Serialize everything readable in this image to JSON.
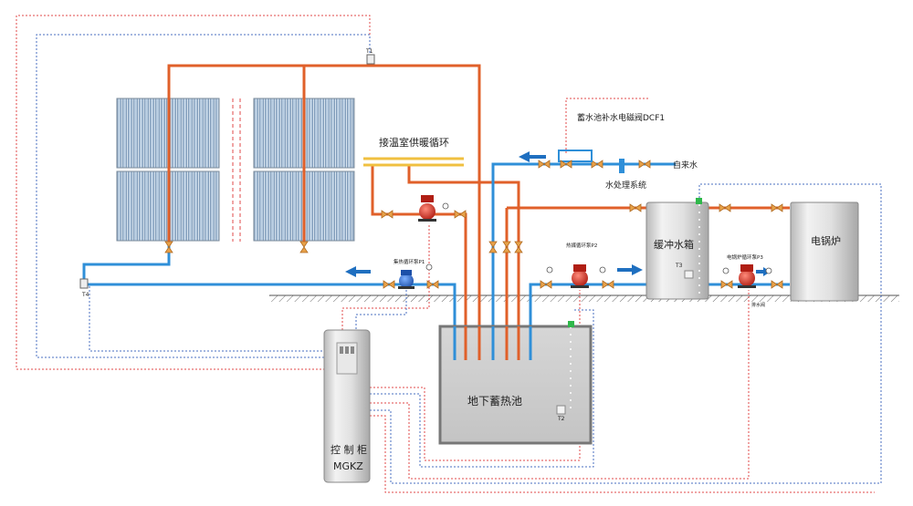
{
  "labels": {
    "heating_loop": "接温室供暖循环",
    "solenoid_valve": "蓄水池补水电磁阀DCF1",
    "tap_water": "自来水",
    "water_treatment": "水处理系统",
    "buffer_tank": "缓冲水箱",
    "electric_boiler": "电锅炉",
    "underground_pool": "地下蓄热池",
    "control_cabinet_line1": "控 制 柜",
    "control_cabinet_line2": "MGKZ",
    "pump_p1": "集热循环泵P1",
    "pump_p2": "热媒循环泵P2",
    "pump_p3": "电锅炉循环泵P3",
    "sensor_t1": "T1",
    "sensor_t2": "T2",
    "sensor_t3": "T3",
    "sensor_t4": "T4",
    "drain": "排水阀"
  },
  "colors": {
    "hot_pipe": "#e0602a",
    "cold_pipe": "#2f8fd8",
    "signal_red": "#e24a4a",
    "signal_blue": "#4a6fc0",
    "heating_pipe": "#f0c040",
    "flow_arrow": "#1f6fc0"
  }
}
